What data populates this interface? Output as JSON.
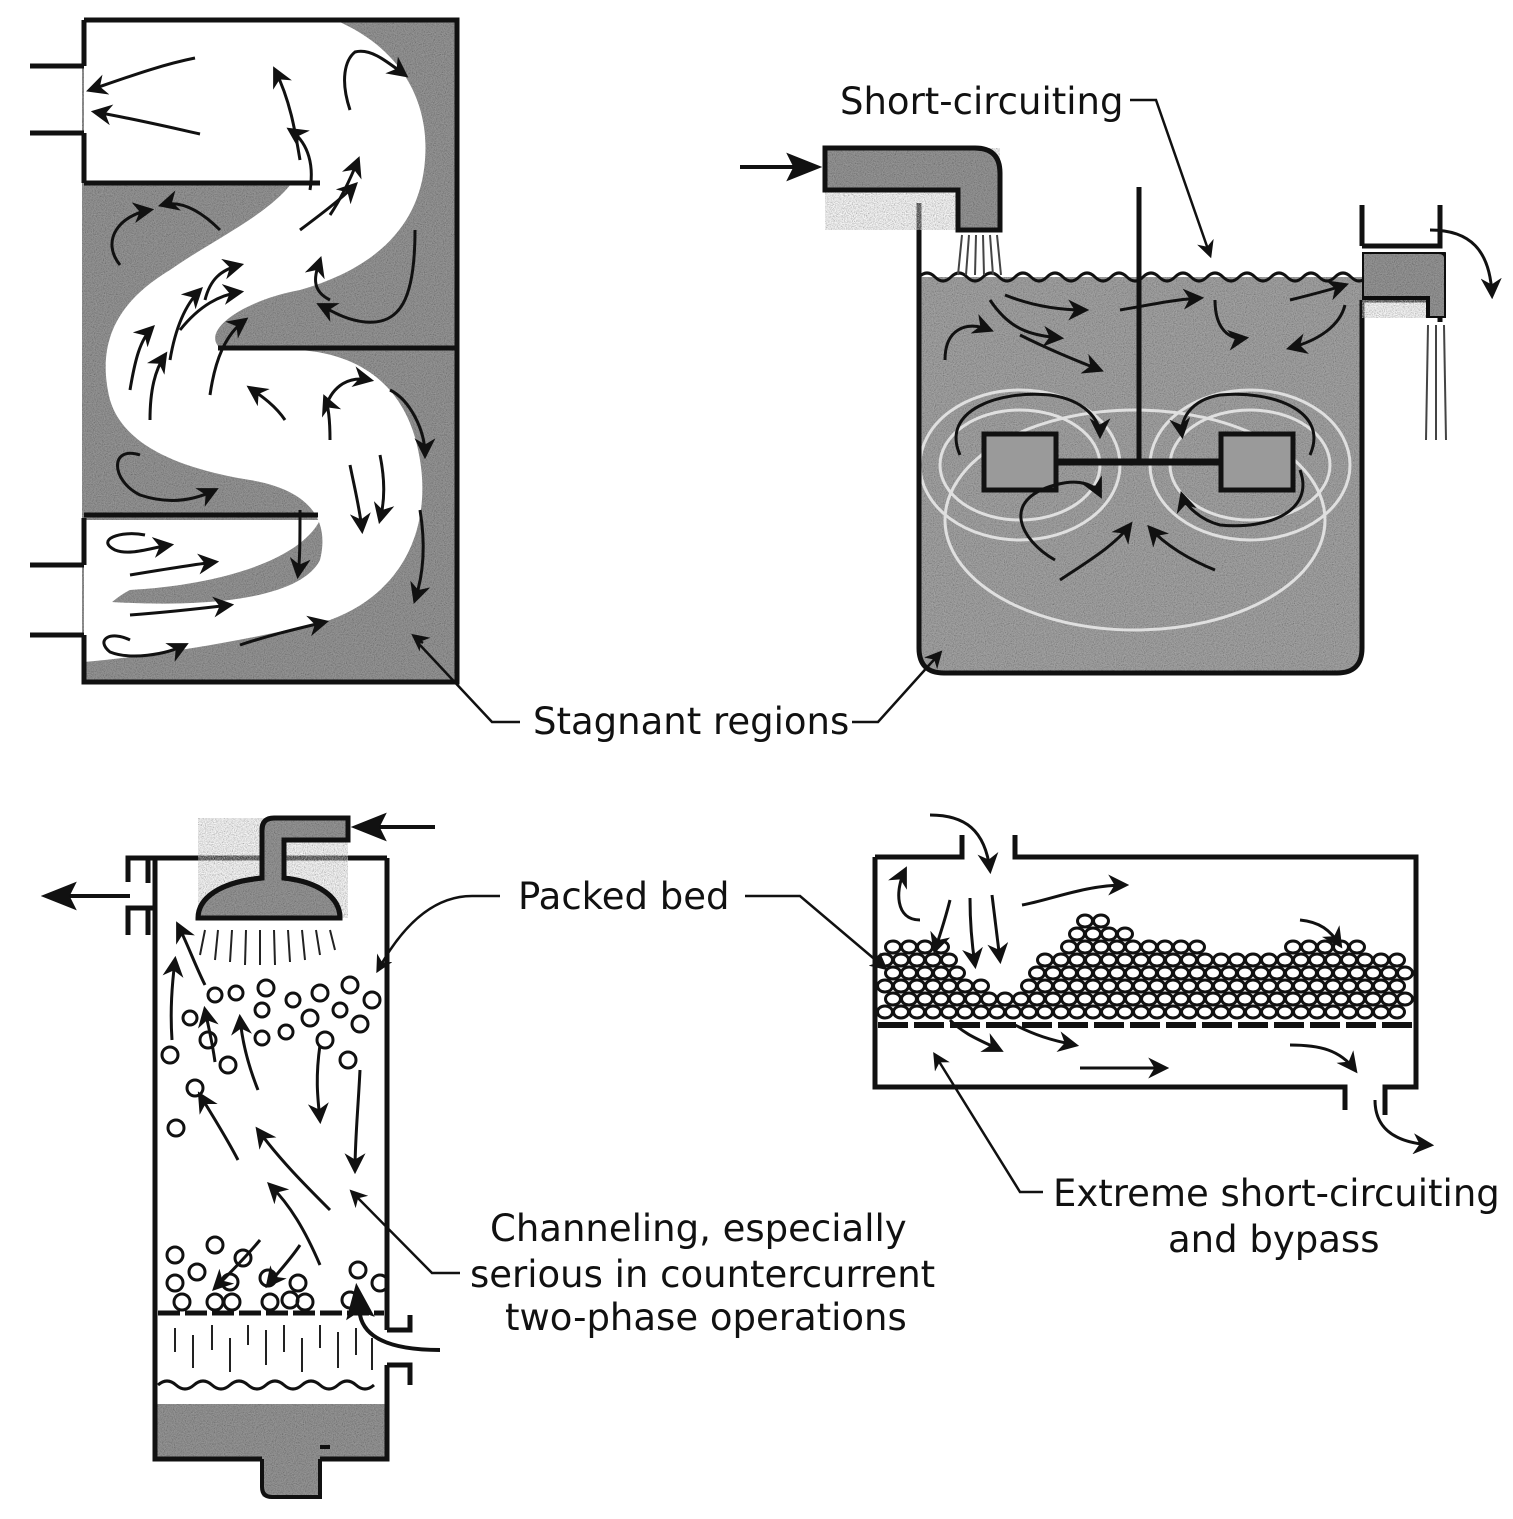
{
  "labels": {
    "short_circuiting": "Short-circuiting",
    "stagnant_regions": "Stagnant regions",
    "packed_bed": "Packed bed",
    "channeling_line1": "Channeling, especially",
    "channeling_line2": "serious in countercurrent",
    "channeling_line3": "two-phase operations",
    "extreme_line1": "Extreme short-circuiting",
    "extreme_line2": "and bypass"
  },
  "colors": {
    "ink": "#111111",
    "fluid": "#9a9a9a",
    "paper": "#ffffff"
  }
}
